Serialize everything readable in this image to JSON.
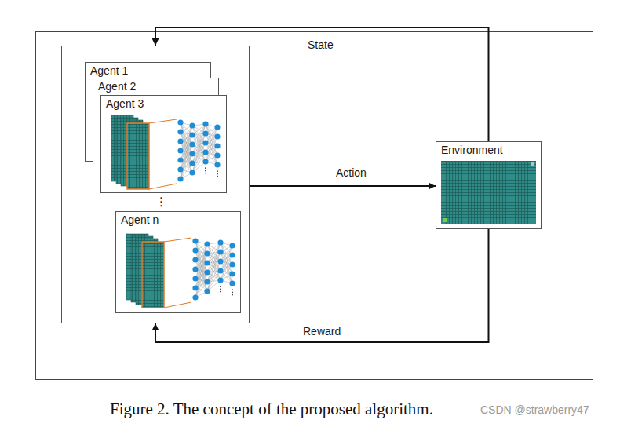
{
  "diagram": {
    "caption": "Figure 2. The concept of the proposed algorithm.",
    "nodes": [
      {
        "text": []
      },
      {
        "text": [
          "Agent 1"
        ],
        "in": 0
      },
      {
        "text": [
          "Agent 2"
        ],
        "in": 0
      },
      {
        "text": [
          "Agent 3"
        ],
        "in": 0
      },
      {
        "text": [
          "Agent n"
        ],
        "in": 0
      },
      {
        "text": [
          "Environment"
        ]
      }
    ],
    "edges": [
      {
        "from": 5,
        "to": 0,
        "label": "State",
        "arrow": "to"
      },
      {
        "from": 0,
        "to": 5,
        "label": "Action",
        "arrow": "to"
      },
      {
        "from": 5,
        "to": 0,
        "label": "Reward",
        "arrow": "to"
      }
    ],
    "labels": [
      "⋮",
      "CSDN @strawberry47"
    ]
  }
}
